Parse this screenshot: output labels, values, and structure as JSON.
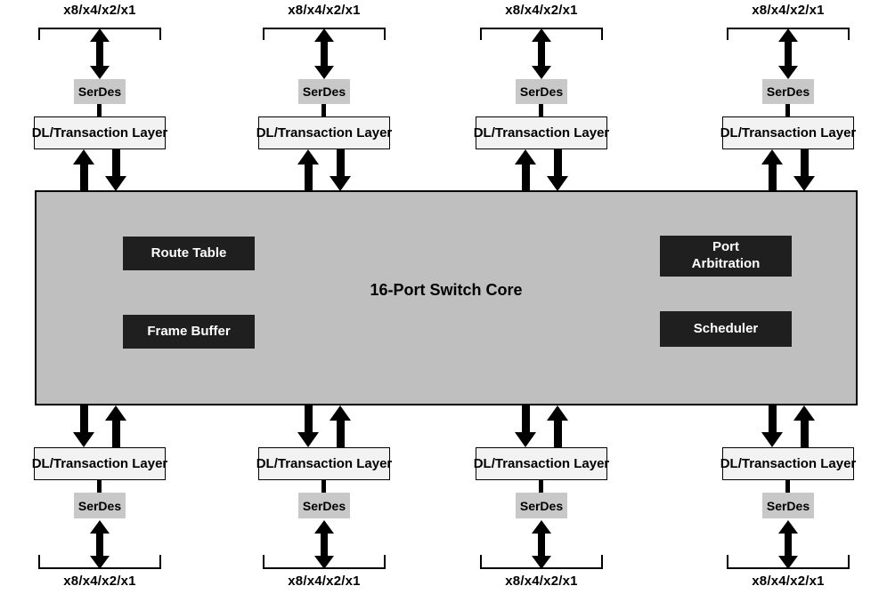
{
  "core": {
    "title": "16-Port Switch Core",
    "blocks": {
      "route_table": "Route Table",
      "frame_buffer": "Frame Buffer",
      "port_arbitration_line1": "Port",
      "port_arbitration_line2": "Arbitration",
      "scheduler": "Scheduler"
    }
  },
  "ports": {
    "top": [
      {
        "width_label": "x8/x4/x2/x1",
        "serdes_label": "SerDes",
        "dl_label": "DL/Transaction Layer"
      },
      {
        "width_label": "x8/x4/x2/x1",
        "serdes_label": "SerDes",
        "dl_label": "DL/Transaction Layer"
      },
      {
        "width_label": "x8/x4/x2/x1",
        "serdes_label": "SerDes",
        "dl_label": "DL/Transaction Layer"
      },
      {
        "width_label": "x8/x4/x2/x1",
        "serdes_label": "SerDes",
        "dl_label": "DL/Transaction Layer"
      }
    ],
    "bottom": [
      {
        "width_label": "x8/x4/x2/x1",
        "serdes_label": "SerDes",
        "dl_label": "DL/Transaction Layer"
      },
      {
        "width_label": "x8/x4/x2/x1",
        "serdes_label": "SerDes",
        "dl_label": "DL/Transaction Layer"
      },
      {
        "width_label": "x8/x4/x2/x1",
        "serdes_label": "SerDes",
        "dl_label": "DL/Transaction Layer"
      },
      {
        "width_label": "x8/x4/x2/x1",
        "serdes_label": "SerDes",
        "dl_label": "DL/Transaction Layer"
      }
    ]
  },
  "colors": {
    "background": "#ffffff",
    "core_fill": "#bfbfbf",
    "block_fill": "#1f1f1f",
    "serdes_fill": "#c8c8c8",
    "dl_fill": "#f2f2f2",
    "arrow": "#000000"
  }
}
